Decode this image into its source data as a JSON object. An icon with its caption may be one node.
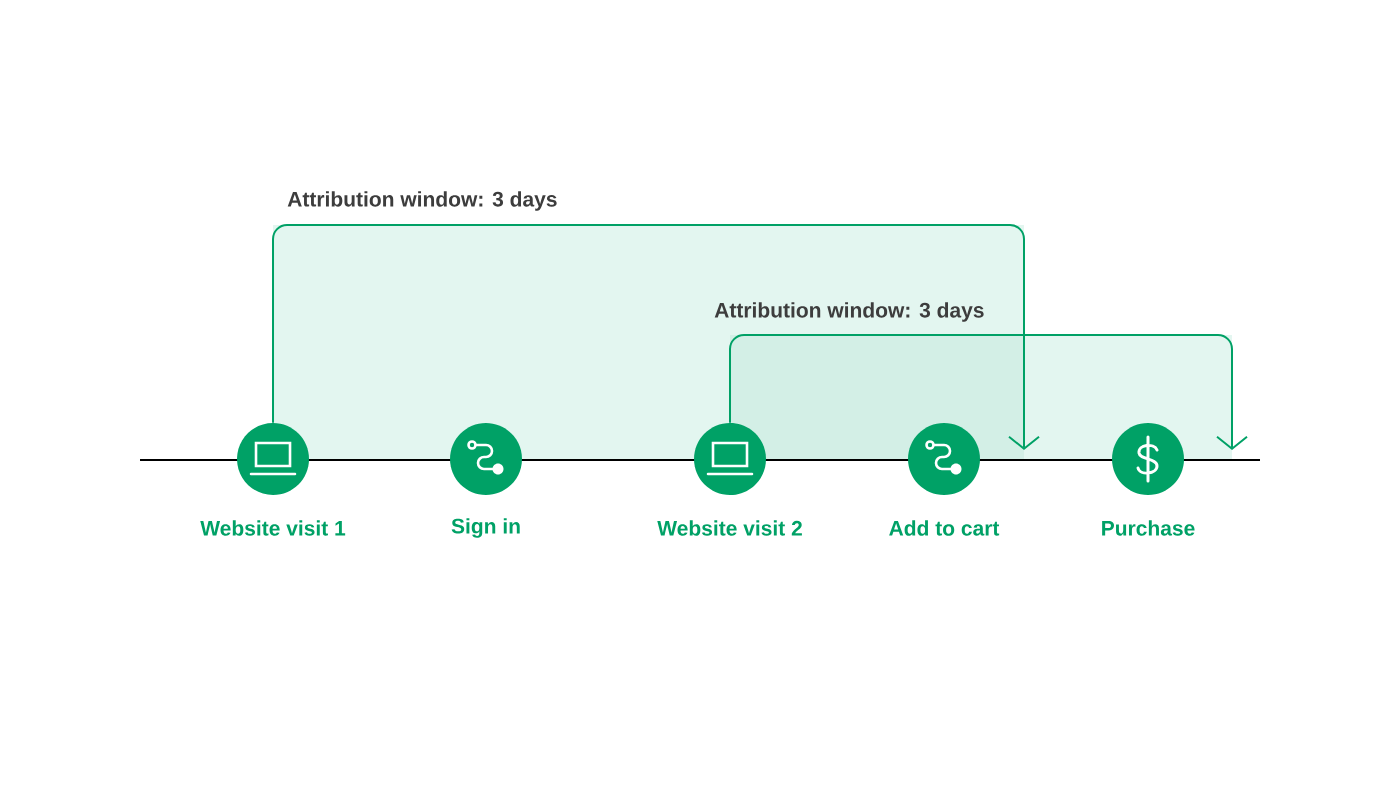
{
  "diagram": {
    "nodes": [
      {
        "text": [
          "Website visit 1"
        ]
      },
      {
        "text": [
          "Sign in"
        ]
      },
      {
        "text": [
          "Website visit 2"
        ]
      },
      {
        "text": [
          "Add to cart"
        ]
      },
      {
        "text": [
          "Purchase"
        ]
      }
    ],
    "edges": [
      {
        "from": 0,
        "to": null,
        "arrow": "to"
      },
      {
        "from": 2,
        "to": null,
        "arrow": "to"
      }
    ],
    "labels": [
      "Attribution window: 3 days",
      "Attribution window: 3 days"
    ]
  }
}
